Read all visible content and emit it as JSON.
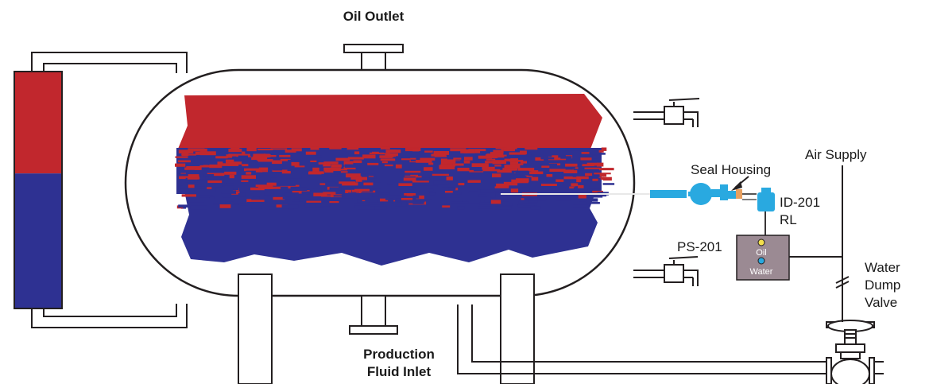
{
  "labels": {
    "oil_outlet": "Oil Outlet",
    "production_inlet_line1": "Production",
    "production_inlet_line2": "Fluid Inlet",
    "seal_housing": "Seal Housing",
    "air_supply": "Air Supply",
    "id201": "ID-201",
    "rl": "RL",
    "ps201": "PS-201",
    "water_dump_line1": "Water",
    "water_dump_line2": "Dump",
    "water_dump_line3": "Valve",
    "panel_oil": "Oil",
    "panel_water": "Water"
  },
  "colors": {
    "oil": "#c1272d",
    "water": "#2e3192",
    "probe": "#29a9e0",
    "panel": "#9b8a93",
    "oil_light": "#f4e04d",
    "water_light": "#29a9e0",
    "outline": "#231f20"
  },
  "sight_glass": {
    "oil_fraction": 0.43,
    "water_fraction": 0.57
  }
}
